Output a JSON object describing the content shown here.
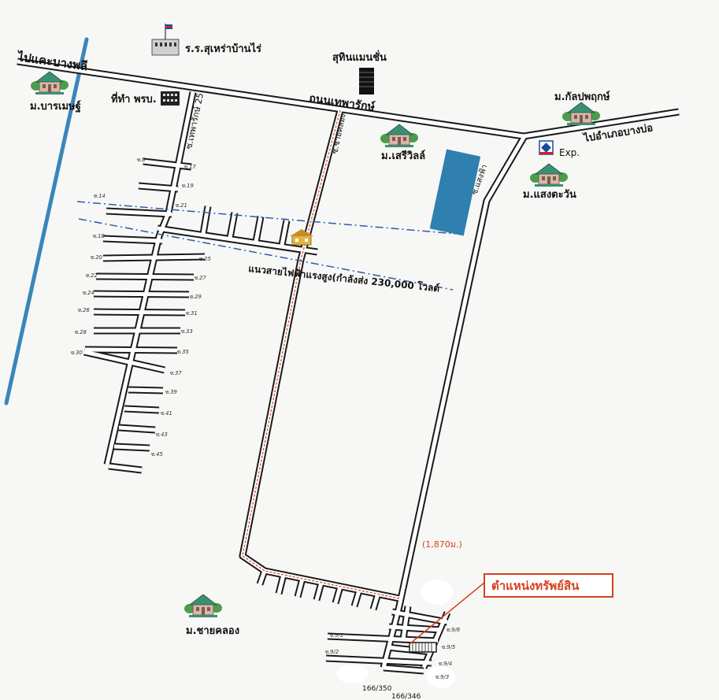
{
  "colors": {
    "road_casing": "#1a1a1a",
    "road_fill": "#ffffff",
    "canal": "#3a86b8",
    "powerline": "#2f5aa8",
    "water_block": "#2f7fb0",
    "marker": "#d6401e",
    "village_roof": "#3c8f73",
    "village_wall": "#d8b7a9",
    "tree": "#4c9c4c"
  },
  "labels": {
    "road_to_bangphli": "ไปแคะบางพลี",
    "road_main": "ถนนเทพารักษ์",
    "road_to_district": "ไปอำเภอบางบ่อ",
    "soi_theparak_25": "ซ.เทพารักษ์ 25",
    "soi_chaiklong": "ซ.ชายคลอง",
    "soi_saengfa": "ซ.แสงฟ้า",
    "school": "ร.ร.สุเหร่าบ้านไร่",
    "condo": "สุทินแมนชั่น",
    "post_office": "ที่ทำ พรบ.",
    "village_baramee": "ม.บารเมษฐ์",
    "village_kanlapapruek": "ม.กัลปพฤกษ์",
    "village_sereeville": "ม.เสรีวิลล์",
    "village_saengtawan": "ม.แสงตะวัน",
    "village_chaiklong": "ม.ชายคลอง",
    "shop_exp": "Exp.",
    "powerline_label": "แนวสายไฟฟ้าแรงสูง(กำลังส่ง 230,000 โวลต์",
    "distance": "(1,870ม.)",
    "property_location": "ตำแหน่งทรัพย์สิน",
    "house_number_1": "166/350",
    "house_number_2": "166/346"
  },
  "soi": {
    "left_even": [
      "ซ.8",
      "ซ.14",
      "ซ.18",
      "ซ.20",
      "ซ.22",
      "ซ.24",
      "ซ.26",
      "ซ.28",
      "ซ.30"
    ],
    "right_odd": [
      "ซ.17",
      "ซ.19",
      "ซ.21",
      "ซ.25",
      "ซ.27",
      "ซ.29",
      "ซ.31",
      "ซ.33",
      "ซ.35",
      "ซ.37",
      "ซ.39",
      "ซ.41",
      "ซ.43",
      "ซ.45"
    ],
    "bottom_left": [
      "ซ.9/1",
      "ซ.9/2"
    ],
    "bottom_right": [
      "ซ.9/6",
      "ซ.9/5",
      "ซ.9/4",
      "ซ.9/3"
    ]
  }
}
